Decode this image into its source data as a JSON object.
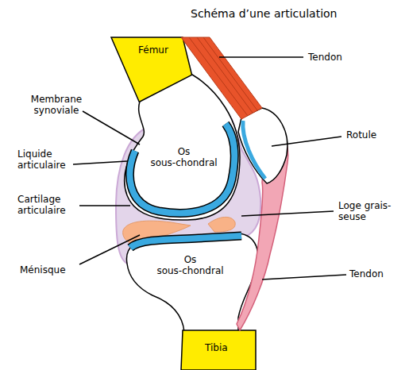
{
  "diagram": {
    "title": "Schéma d’une articulation",
    "labels": [
      "Fémur",
      "Tendon",
      "Membrane synoviale",
      "Rotule",
      "Liquide articulaire",
      "Os sous-chondral",
      "Cartilage articulaire",
      "Loge grais- seuse",
      "Ménisque",
      "Os sous-chondral",
      "Tendon",
      "Tibia"
    ]
  }
}
